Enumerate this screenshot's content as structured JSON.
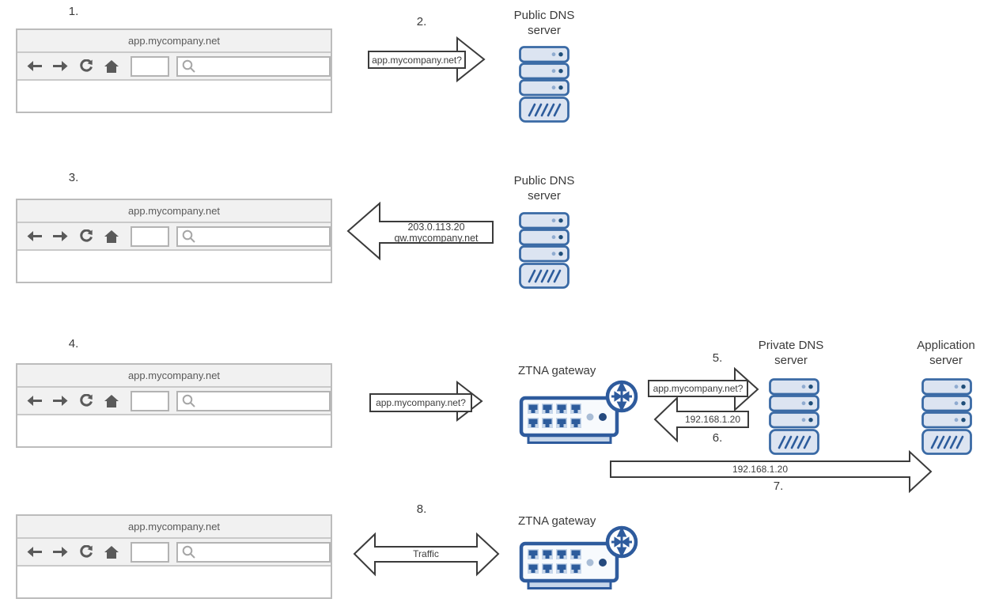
{
  "title": "ZTNA DNS resolution flow diagram",
  "browser": {
    "tab_url": "app.mycompany.net"
  },
  "step_labels": {
    "s1": "1.",
    "s2": "2.",
    "s3": "3.",
    "s4": "4.",
    "s5": "5.",
    "s6": "6.",
    "s7": "7.",
    "s8": "8."
  },
  "node_labels": {
    "public_dns_1": {
      "l1": "Public DNS",
      "l2": "server"
    },
    "public_dns_2": {
      "l1": "Public DNS",
      "l2": "server"
    },
    "private_dns": {
      "l1": "Private DNS",
      "l2": "server"
    },
    "app_server": {
      "l1": "Application",
      "l2": "server"
    },
    "ztna_gateway_1": "ZTNA gateway",
    "ztna_gateway_2": "ZTNA gateway"
  },
  "arrow_labels": {
    "step2_query": "app.mycompany.net?",
    "step3_line1": "203.0.113.20",
    "step3_line2": "gw.mycompany.net",
    "step4_query": "app.mycompany.net?",
    "step5_query": "app.mycompany.net?",
    "step6_answer": "192.168.1.20",
    "step7_ip": "192.168.1.20",
    "step8_traffic": "Traffic"
  },
  "colors": {
    "server_fill": "#dce4f1",
    "server_stroke": "#3a6aa5",
    "gateway_stroke": "#2e5b9d",
    "arrow_stroke": "#3b3b3b",
    "text": "#3a3a3a"
  }
}
